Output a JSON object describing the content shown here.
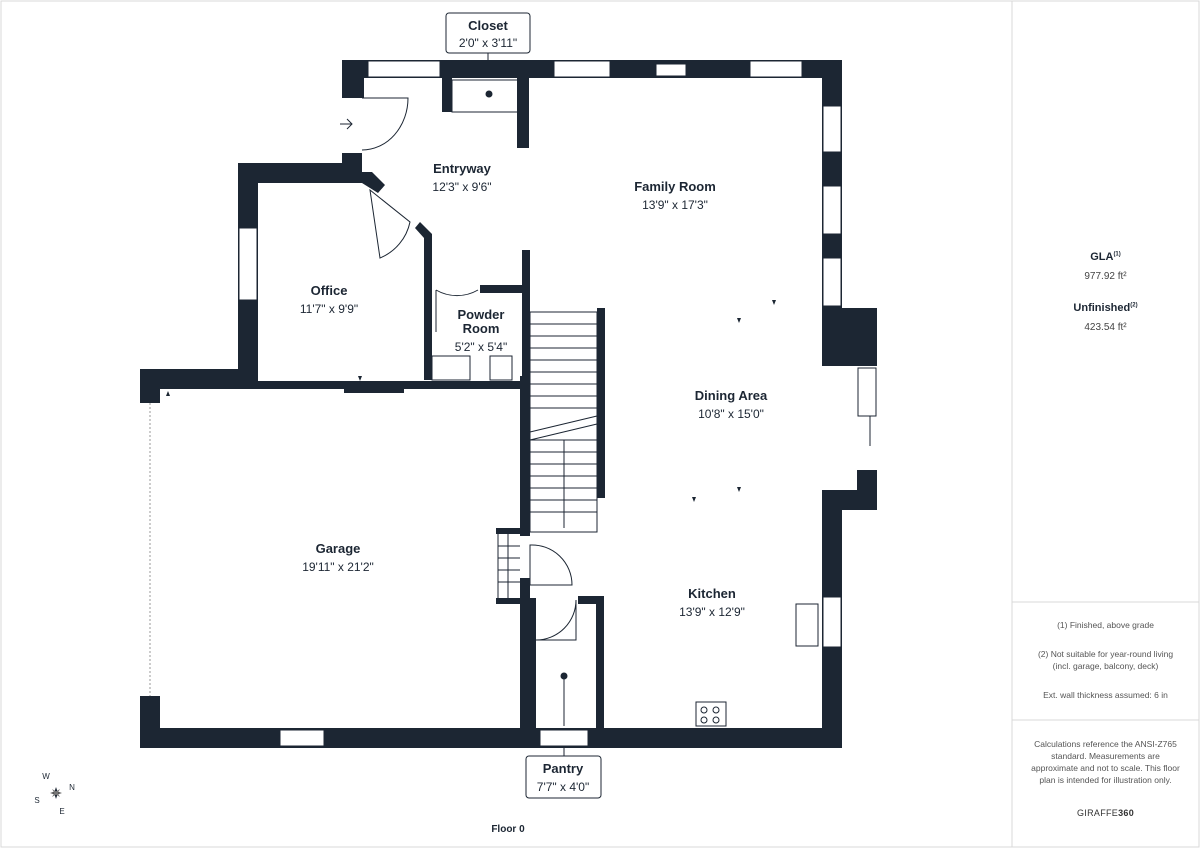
{
  "rooms": [
    {
      "id": "closet",
      "name": "Closet",
      "dims": "2'0\" x 3'11\""
    },
    {
      "id": "entryway",
      "name": "Entryway",
      "dims": "12'3\" x 9'6\""
    },
    {
      "id": "family_room",
      "name": "Family Room",
      "dims": "13'9\" x 17'3\""
    },
    {
      "id": "office",
      "name": "Office",
      "dims": "11'7\" x 9'9\""
    },
    {
      "id": "powder_room",
      "name_line1": "Powder",
      "name_line2": "Room",
      "dims": "5'2\" x 5'4\""
    },
    {
      "id": "dining_area",
      "name": "Dining Area",
      "dims": "10'8\" x 15'0\""
    },
    {
      "id": "garage",
      "name": "Garage",
      "dims": "19'11\" x 21'2\""
    },
    {
      "id": "kitchen",
      "name": "Kitchen",
      "dims": "13'9\" x 12'9\""
    },
    {
      "id": "pantry",
      "name": "Pantry",
      "dims": "7'7\" x 4'0\""
    }
  ],
  "floor_label": "Floor 0",
  "compass": {
    "w": "W",
    "n": "N",
    "s": "S",
    "e": "E"
  },
  "sidebar": {
    "gla_label": "GLA",
    "gla_sup": "(1)",
    "gla_value": "977.92 ft²",
    "unfinished_label": "Unfinished",
    "unfinished_sup": "(2)",
    "unfinished_value": "423.54 ft²",
    "note1": "(1) Finished, above grade",
    "note2": "(2) Not suitable for year-round living (incl. garage, balcony, deck)",
    "note3": "Ext. wall thickness assumed: 6 in",
    "disclaimer": "Calculations reference the ANSI-Z765 standard. Measurements are approximate and not to scale. This floor plan is intended for illustration only.",
    "brand_prefix": "GIRAFFE",
    "brand_suffix": "360"
  },
  "colors": {
    "wall": "#1c2633",
    "border": "#d9d9d9",
    "text": "#1c2633"
  }
}
